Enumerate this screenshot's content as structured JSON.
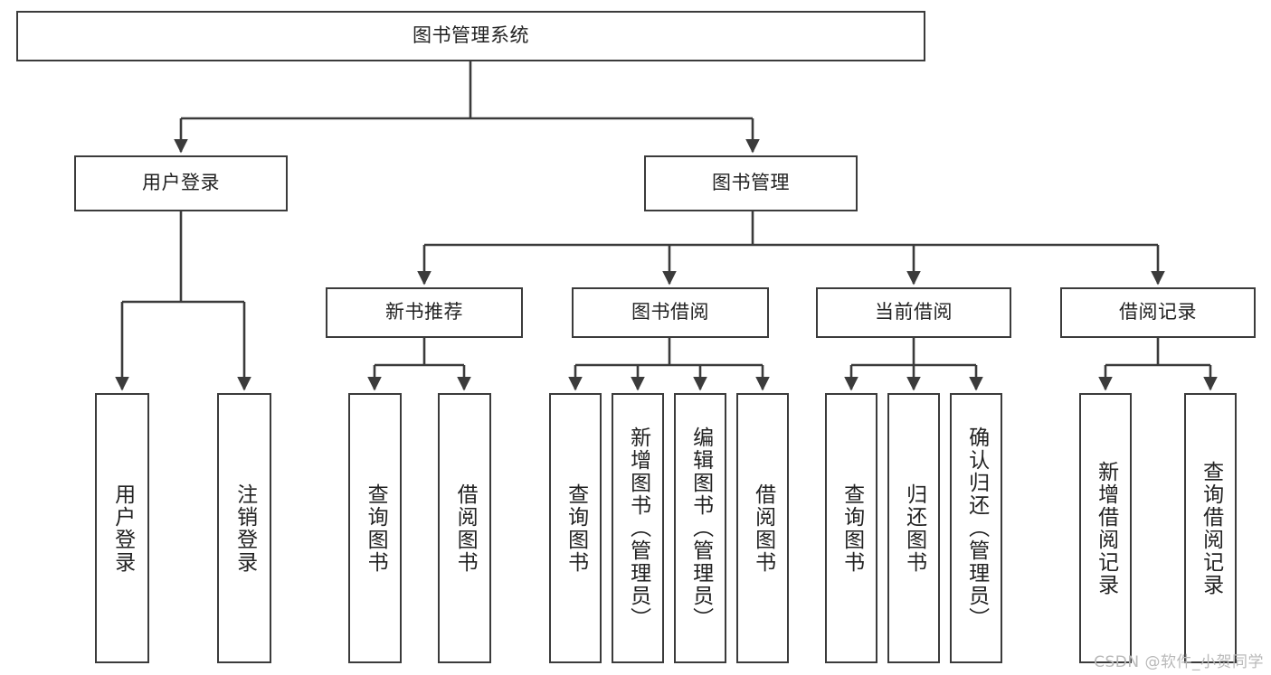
{
  "diagram": {
    "title": "图书管理系统",
    "type": "tree-hierarchy-chart",
    "stroke_color": "#3b3b3b",
    "background_color": "#ffffff",
    "text_color": "#222222",
    "root": {
      "label": "图书管理系统"
    },
    "level2": [
      {
        "label": "用户登录"
      },
      {
        "label": "图书管理"
      }
    ],
    "level3": [
      {
        "label": "新书推荐"
      },
      {
        "label": "图书借阅"
      },
      {
        "label": "当前借阅"
      },
      {
        "label": "借阅记录"
      }
    ],
    "leaves": {
      "user_login": [
        {
          "label": "用户登录"
        },
        {
          "label": "注销登录"
        }
      ],
      "new_book_recommend": [
        {
          "label": "查询图书"
        },
        {
          "label": "借阅图书"
        }
      ],
      "book_borrow": [
        {
          "label": "查询图书"
        },
        {
          "label": "新增图书（管理员）"
        },
        {
          "label": "编辑图书（管理员）"
        },
        {
          "label": "借阅图书"
        }
      ],
      "current_borrow": [
        {
          "label": "查询图书"
        },
        {
          "label": "归还图书"
        },
        {
          "label": "确认归还（管理员）"
        }
      ],
      "borrow_record": [
        {
          "label": "新增借阅记录"
        },
        {
          "label": "查询借阅记录"
        }
      ]
    },
    "watermark": "CSDN @软件_小贺同学"
  }
}
